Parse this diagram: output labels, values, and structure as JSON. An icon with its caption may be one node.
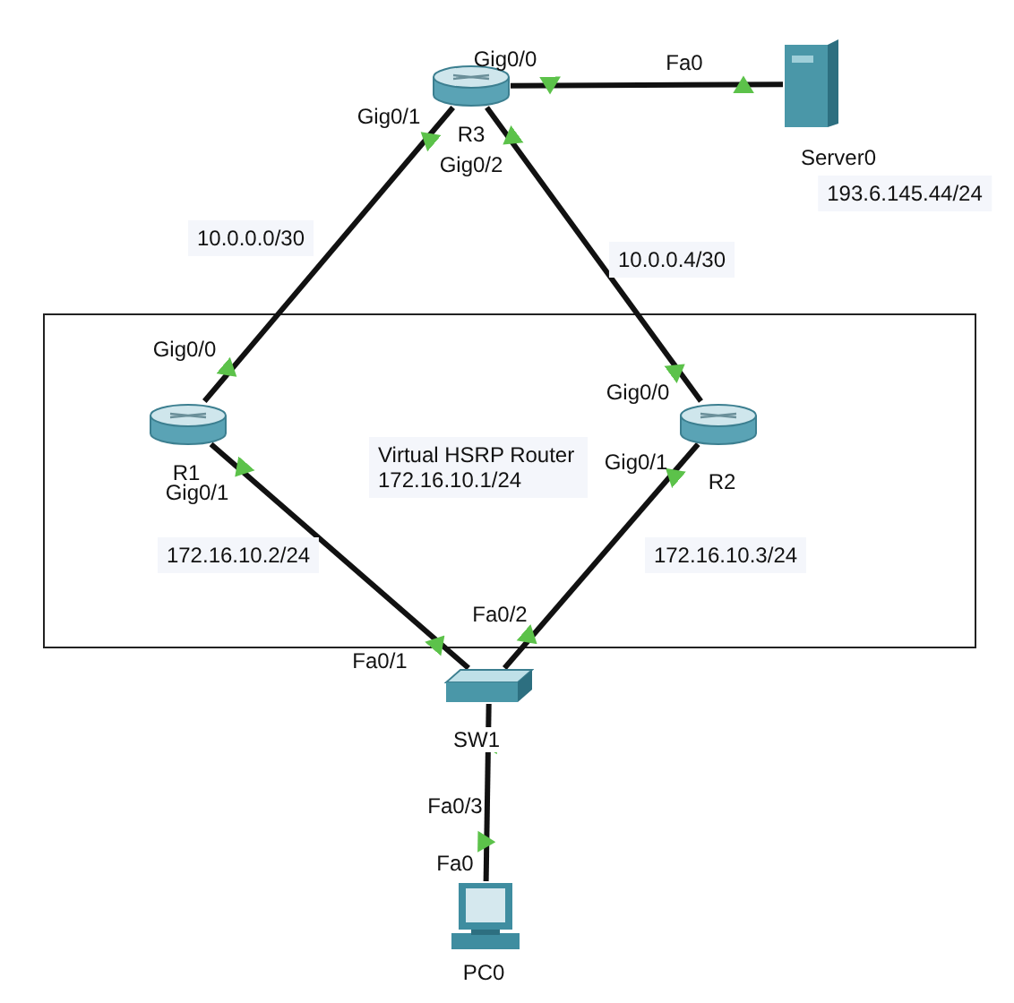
{
  "diagram": {
    "nodes": [
      {
        "text": [
          "R3"
        ]
      },
      {
        "text": [
          "Server0"
        ],
        "beside": [
          "193.6.145.44/24"
        ]
      },
      {
        "text": [
          "Virtual HSRP Router 172.16.10.1/24"
        ]
      },
      {
        "text": [
          "R1"
        ],
        "in": 2
      },
      {
        "text": [
          "R2"
        ],
        "in": 2
      },
      {
        "text": [
          "SW1"
        ]
      },
      {
        "text": [
          "PC0"
        ]
      }
    ],
    "edges": [
      {
        "from": 0,
        "to": 1,
        "arrow": "other"
      },
      {
        "from": 0,
        "to": 3,
        "arrow": "other",
        "label": "10.0.0.0/30"
      },
      {
        "from": 0,
        "to": 4,
        "arrow": "other",
        "label": "10.0.0.4/30"
      },
      {
        "from": 3,
        "to": 5,
        "arrow": "other",
        "label": "172.16.10.2/24"
      },
      {
        "from": 4,
        "to": 5,
        "arrow": "other",
        "label": "172.16.10.3/24"
      },
      {
        "from": 5,
        "to": 6,
        "arrow": "other"
      }
    ],
    "labels": [
      "Gig0/0",
      "Fa0",
      "Gig0/1",
      "Gig0/2",
      "Gig0/0",
      "Gig0/0",
      "Gig0/1",
      "Gig0/1",
      "Fa0/2",
      "Fa0/1",
      "Fa0/3",
      "Fa0"
    ]
  }
}
